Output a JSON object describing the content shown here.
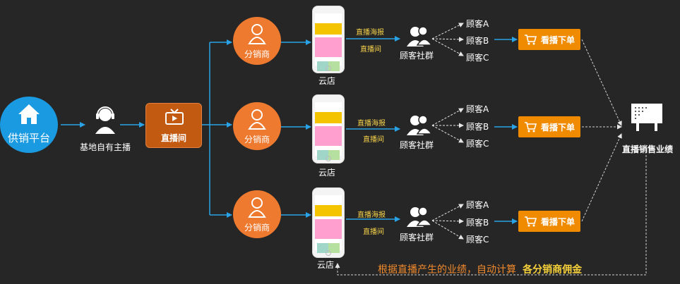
{
  "platform": {
    "label": "供销平台"
  },
  "anchor": {
    "label": "基地自有主播"
  },
  "live_room": {
    "label": "直播间"
  },
  "distributors": [
    {
      "label": "分销商",
      "store_label": "云店",
      "arrow_top": "直播海报",
      "arrow_bottom": "直播间",
      "community": "顾客社群",
      "customers": [
        "顾客A",
        "顾客B",
        "顾客C"
      ],
      "order_label": "看播下单"
    },
    {
      "label": "分销商",
      "store_label": "云店",
      "arrow_top": "直播海报",
      "arrow_bottom": "直播间",
      "community": "顾客社群",
      "customers": [
        "顾客A",
        "顾客B",
        "顾客C"
      ],
      "order_label": "看播下单"
    },
    {
      "label": "分销商",
      "store_label": "云店",
      "arrow_top": "直播海报",
      "arrow_bottom": "直播间",
      "community": "顾客社群",
      "customers": [
        "顾客A",
        "顾客B",
        "顾客C"
      ],
      "order_label": "看播下单"
    }
  ],
  "performance": {
    "label": "直播销售业绩"
  },
  "footer": {
    "text": "根据直播产生的业绩，自动计算",
    "highlight": "各分销商佣金"
  },
  "colors": {
    "background": "#262626",
    "platform_blue": "#1a9ae0",
    "orange": "#ee7a30",
    "live_room": "#c35a12",
    "order_orange": "#f08b00",
    "arrow_blue": "#2aa3e6",
    "footer_orange": "#f28a2c",
    "highlight_yellow": "#f8d23a"
  },
  "icons": {
    "platform": "home-icon",
    "anchor": "headset-person-icon",
    "live_room": "tv-icon",
    "distributor": "person-outline-icon",
    "community": "people-group-icon",
    "order": "cart-icon",
    "performance": "billboard-icon"
  }
}
